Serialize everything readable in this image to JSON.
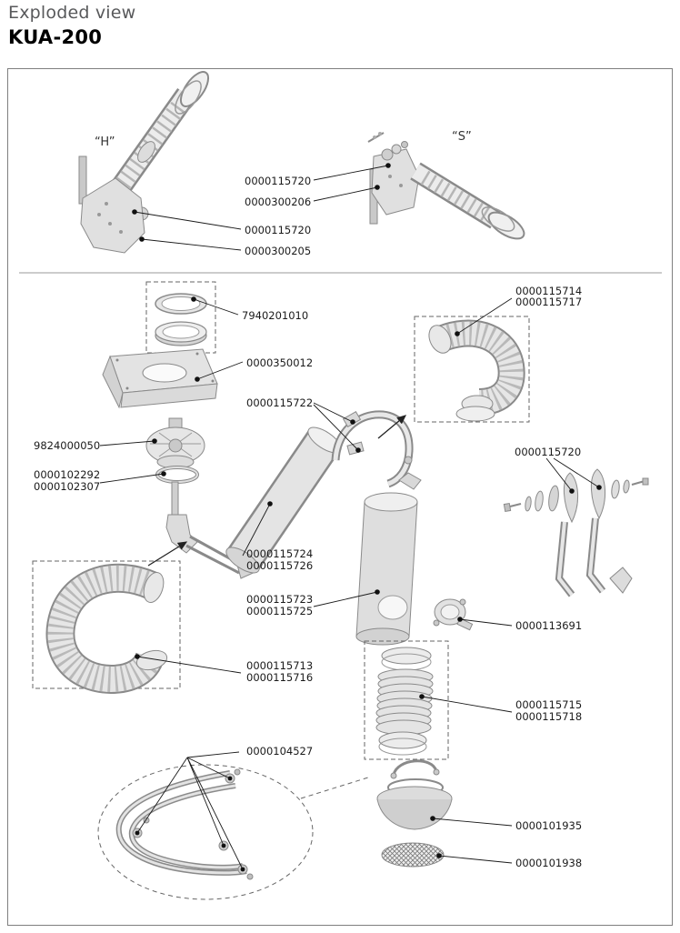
{
  "page": {
    "subtitle": "Exploded view",
    "title": "KUA-200"
  },
  "diagram": {
    "variants": {
      "h": "“H”",
      "s": "“S”"
    },
    "callouts": {
      "s_washer": "0000115720",
      "s_bracket": "0000300206",
      "h_washer": "0000115720",
      "h_bracket": "0000300205",
      "clamp_rings": "7940201010",
      "hood": "0000350012",
      "support_bracket": "0000115722",
      "hose_upper_1": "0000115714",
      "hose_upper_2": "0000115717",
      "motor": "9824000050",
      "ring_1": "0000102292",
      "ring_2": "0000102307",
      "wall_fixings": "0000115720",
      "arm_tube_1": "0000115724",
      "arm_tube_2": "0000115726",
      "riser_tube_1": "0000115723",
      "riser_tube_2": "0000115725",
      "clamp": "0000113691",
      "hose_lower_1": "0000115713",
      "hose_lower_2": "0000115716",
      "bellows_1": "0000115715",
      "bellows_2": "0000115718",
      "frame": "0000104527",
      "funnel": "0000101935",
      "mesh_disc": "0000101938"
    }
  }
}
